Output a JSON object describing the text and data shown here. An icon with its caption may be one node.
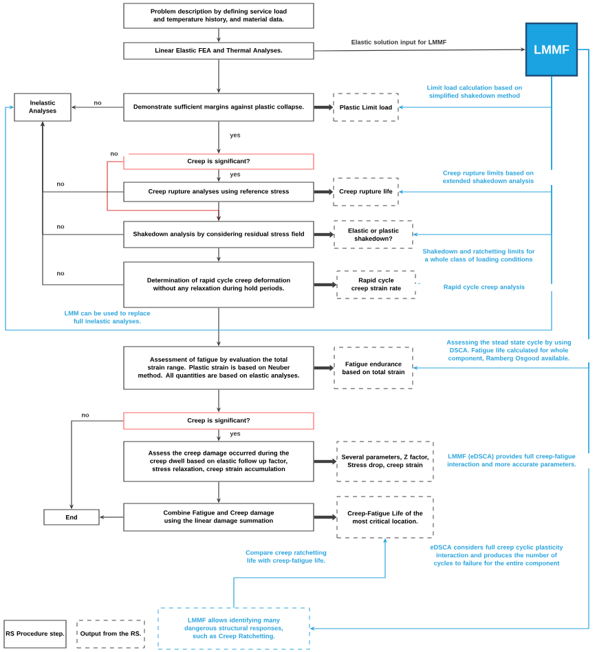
{
  "diagram": {
    "nodes": [
      {
        "text": [
          "Problem description by defining service load and temperature history, and material data."
        ]
      },
      {
        "text": [
          "Linear Elastic FEA and Thermal Analyses."
        ]
      },
      {
        "text": [
          "LMMF"
        ]
      },
      {
        "text": [
          "Inelastic Analyses"
        ]
      },
      {
        "text": [
          "Demonstrate sufficient margins against plastic collapse."
        ]
      },
      {
        "text": [
          "Plastic Limit load"
        ]
      },
      {
        "text": [
          "Creep is significant?"
        ]
      },
      {
        "text": [
          "Creep rupture analyses using reference stress"
        ]
      },
      {
        "text": [
          "Creep rupture life"
        ]
      },
      {
        "text": [
          "Shakedown analysis by considering residual stress field"
        ]
      },
      {
        "text": [
          "Elastic or plastic shakedown?"
        ]
      },
      {
        "text": [
          "Determination of rapid cycle creep deformation without any relaxation during hold periods."
        ]
      },
      {
        "text": [
          "Rapid cycle creep strain rate"
        ]
      },
      {
        "text": [
          "Assessment of fatigue by evaluation the total strain range. Plastic strain is based on Neuber method. All quantities are based on elastic analyses."
        ]
      },
      {
        "text": [
          "Fatigue endurance based on total strain"
        ]
      },
      {
        "text": [
          "Creep is significant?"
        ]
      },
      {
        "text": [
          "Assess the creep damage occurred during the creep dwell based on elastic follow up factor, stress relaxation, creep strain accumulation"
        ]
      },
      {
        "text": [
          "Several parameters, Z factor, Stress drop, creep strain"
        ]
      },
      {
        "text": [
          "End"
        ]
      },
      {
        "text": [
          "Combine Fatigue and Creep damage using the linear damage summation"
        ]
      },
      {
        "text": [
          "Creep-Fatigue Life of the most critical location."
        ]
      },
      {
        "text": [
          "LMMF allows identifying many dangerous structural responses, such as Creep Ratchetting."
        ]
      }
    ],
    "edges": [
      {
        "from": 0,
        "to": 1,
        "arrow": "to"
      },
      {
        "from": 1,
        "to": 2,
        "arrow": "to",
        "label": "Elastic solution input for LMMF"
      },
      {
        "from": 1,
        "to": 4,
        "arrow": "to"
      },
      {
        "from": 4,
        "to": 3,
        "arrow": "to",
        "label": "no"
      },
      {
        "from": 4,
        "to": 5,
        "arrow": "to",
        "style": "thick"
      },
      {
        "from": 4,
        "to": 6,
        "arrow": "to",
        "label": "yes"
      },
      {
        "from": 6,
        "to": 7,
        "arrow": "to",
        "label": "yes"
      },
      {
        "from": 6,
        "to": 9,
        "arrow": "to",
        "label": "no",
        "color": "#e03c3c"
      },
      {
        "from": 7,
        "to": 3,
        "arrow": "to",
        "label": "no"
      },
      {
        "from": 7,
        "to": 8,
        "arrow": "to",
        "style": "thick"
      },
      {
        "from": 7,
        "to": 9,
        "arrow": "to"
      },
      {
        "from": 9,
        "to": 3,
        "arrow": "to",
        "label": "no"
      },
      {
        "from": 9,
        "to": 10,
        "arrow": "to",
        "style": "thick"
      },
      {
        "from": 9,
        "to": 11,
        "arrow": "to"
      },
      {
        "from": 11,
        "to": 3,
        "arrow": "to",
        "label": "no"
      },
      {
        "from": 11,
        "to": 12,
        "arrow": "to",
        "style": "thick"
      },
      {
        "from": 11,
        "to": 13,
        "arrow": "to"
      },
      {
        "from": 13,
        "to": 14,
        "arrow": "to",
        "style": "thick"
      },
      {
        "from": 13,
        "to": 15,
        "arrow": "to"
      },
      {
        "from": 15,
        "to": 18,
        "arrow": "to",
        "label": "no"
      },
      {
        "from": 15,
        "to": 16,
        "arrow": "to",
        "label": "yes"
      },
      {
        "from": 16,
        "to": 17,
        "arrow": "to",
        "style": "thick"
      },
      {
        "from": 16,
        "to": 19,
        "arrow": "to"
      },
      {
        "from": 19,
        "to": 18,
        "arrow": "to"
      },
      {
        "from": 19,
        "to": 20,
        "arrow": "to",
        "style": "thick"
      },
      {
        "from": 2,
        "to": 3,
        "arrow": "to",
        "color": "#29a3dc",
        "label": "LMM can be used to replace full inelastic analyses."
      },
      {
        "from": 2,
        "to": 5,
        "arrow": "to",
        "color": "#29a3dc",
        "label": "Limit load calculation based on simplified shakedown method"
      },
      {
        "from": 2,
        "to": 8,
        "arrow": "to",
        "color": "#29a3dc",
        "label": "Creep rupture limits based on extended shakedown analysis"
      },
      {
        "from": 2,
        "to": 10,
        "arrow": "to",
        "color": "#29a3dc",
        "label": "Shakedown and ratchetting limits for a whole class of loading conditions"
      },
      {
        "from": 2,
        "to": 12,
        "arrow": "to",
        "color": "#29a3dc",
        "label": "Rapid cycle creep analysis"
      },
      {
        "from": 2,
        "to": 14,
        "arrow": "to",
        "color": "#29a3dc",
        "label": "Assessing the stead state cycle by using DSCA. Fatigue life calculated for whole component, Ramberg Osgood available."
      },
      {
        "from": 2,
        "to": 17,
        "arrow": "to",
        "color": "#29a3dc",
        "label": "LMMF (eDSCA) provides full creep-fatigue interaction and more accurate parameters."
      },
      {
        "from": 2,
        "to": 21,
        "arrow": "to",
        "color": "#29a3dc"
      },
      {
        "from": 21,
        "to": 20,
        "arrow": "to",
        "color": "#29a3dc",
        "label": "Compare creep ratchetting life with creep-fatigue life."
      }
    ],
    "labels": [
      "eDSCA considers full creep cyclic plasticity interaction and produces the number of cycles to failure for the entire component"
    ],
    "legend": [
      {
        "text": "RS Procedure step."
      },
      {
        "text": "Output from the RS."
      }
    ]
  }
}
